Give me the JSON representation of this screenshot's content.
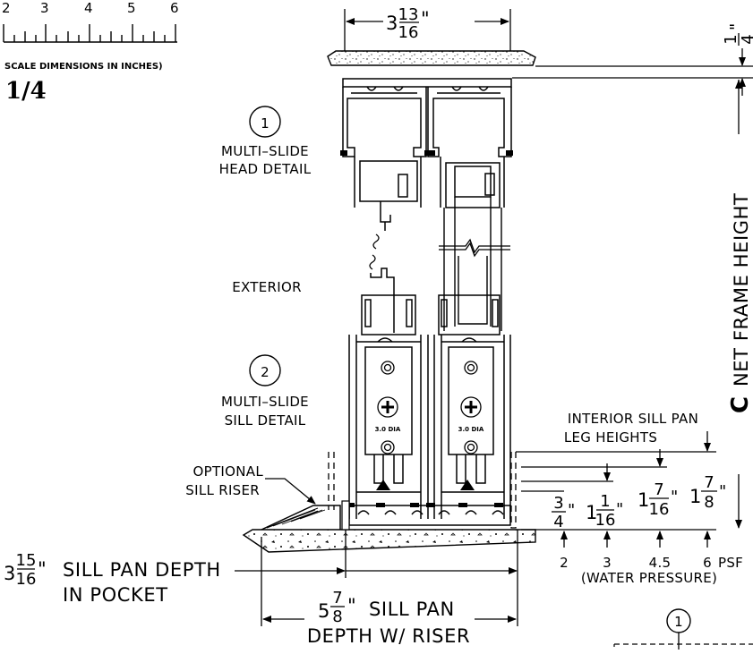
{
  "scale": {
    "ticks": [
      "2",
      "3",
      "4",
      "5",
      "6"
    ],
    "caption": "SCALE DIMENSIONS IN INCHES)",
    "ratio": "1/4"
  },
  "callouts": {
    "head": {
      "number": "1",
      "line1": "MULTI–SLIDE",
      "line2": "HEAD DETAIL"
    },
    "sill": {
      "number": "2",
      "line1": "MULTI–SLIDE",
      "line2": "SILL DETAIL"
    },
    "bottom_ref": {
      "number": "1"
    }
  },
  "labels": {
    "exterior": "EXTERIOR",
    "optional_riser_1": "OPTIONAL",
    "optional_riser_2": "SILL RISER",
    "interior_leg_1": "INTERIOR SILL PAN",
    "interior_leg_2": "LEG HEIGHTS",
    "net_frame_letter": "C",
    "net_frame_text": "NET FRAME HEIGHT",
    "dia_label": "3.0 DIA"
  },
  "dimensions": {
    "top_width": {
      "whole": "3",
      "num": "13",
      "den": "16",
      "unit": "\""
    },
    "top_gap": {
      "num": "1",
      "den": "4",
      "unit": "\""
    },
    "sill_pan_pocket": {
      "whole": "3",
      "num": "15",
      "den": "16",
      "unit": "\"",
      "line1": "SILL PAN DEPTH",
      "line2": "IN POCKET"
    },
    "sill_pan_riser": {
      "whole": "5",
      "num": "7",
      "den": "8",
      "unit": "\"",
      "line1": "SILL PAN",
      "line2": "DEPTH W/ RISER"
    },
    "leg_heights": [
      {
        "whole": "",
        "num": "3",
        "den": "4",
        "unit": "\""
      },
      {
        "whole": "1",
        "num": "1",
        "den": "16",
        "unit": "\""
      },
      {
        "whole": "1",
        "num": "7",
        "den": "16",
        "unit": "\""
      },
      {
        "whole": "1",
        "num": "7",
        "den": "8",
        "unit": "\""
      }
    ],
    "psf_values": [
      "2",
      "3",
      "4.5",
      "6"
    ],
    "psf_unit": "PSF",
    "water_pressure": "(WATER PRESSURE)"
  }
}
